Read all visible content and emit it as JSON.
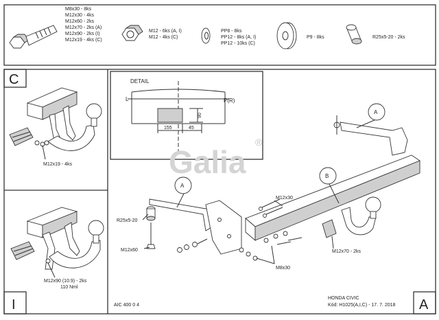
{
  "hardware_list": {
    "bolt_specs": [
      "M8x30 - 8ks",
      "M12x30 - 4ks",
      "M12x60 - 2ks",
      "M12x70 - 2ks (A)",
      "M12x90 - 2ks (I)",
      "M12x19 - 4ks (C)"
    ],
    "nut_specs": [
      "M12 - 6ks (A, I)",
      "M12 - 4ks (C)"
    ],
    "washer_specs": [
      "PP8 - 8ks",
      "PP12 - 8ks (A, I)",
      "PP12 - 10ks (C)"
    ],
    "flat_washer_spec": "P9 - 8ks",
    "spacer_spec": "R25x5-20 - 2ks"
  },
  "corner_labels": {
    "c": "C",
    "i": "I",
    "a": "A"
  },
  "detail": {
    "title": "DETAIL",
    "left": "L",
    "right": "P(R)",
    "dim_width_1": "155",
    "dim_width_2": "45",
    "dim_height": "90"
  },
  "watermark": {
    "brand": "Galia",
    "registered": "®"
  },
  "callouts": {
    "circle_a_top": "A",
    "circle_a_left": "A",
    "circle_b": "B",
    "bolts_c": "M12x19 - 4ks",
    "bolts_i_line1": "M12x90 (10.9) - 2ks",
    "bolts_i_line2": "110 Nml",
    "spacer": "R25x5-20",
    "bolt_m12x60": "M12x60",
    "bolt_m12x30": "M12x30",
    "bolt_m8x30": "M8x30",
    "bolt_m12x70": "M12x70 - 2ks"
  },
  "footer": {
    "code": "AIC 400 0 4",
    "vehicle": "HONDA CIVIC",
    "kod": "Kód: H1025(A,I,C) - 17. 7. 2018"
  }
}
